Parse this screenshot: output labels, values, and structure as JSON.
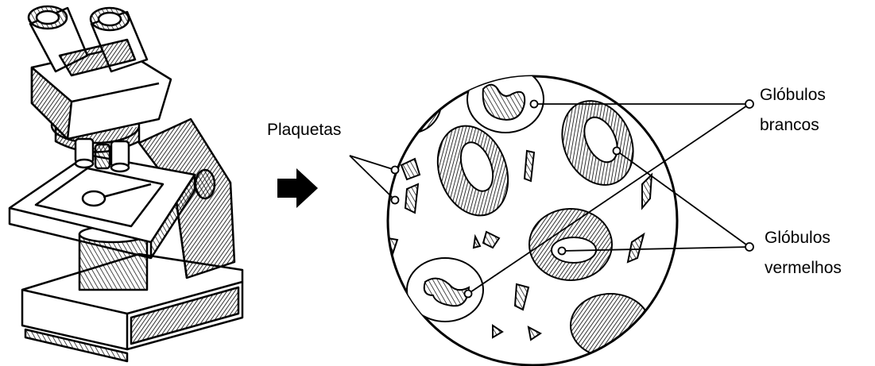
{
  "labels": {
    "platelets": "Plaquetas",
    "white_cells_line1": "Glóbulos",
    "white_cells_line2": "brancos",
    "red_cells_line1": "Glóbulos",
    "red_cells_line2": "vermelhos"
  },
  "colors": {
    "ink": "#000000",
    "paper": "#ffffff"
  },
  "icons": {
    "arrow": "right-arrow-icon",
    "microscope": "microscope-illustration"
  }
}
